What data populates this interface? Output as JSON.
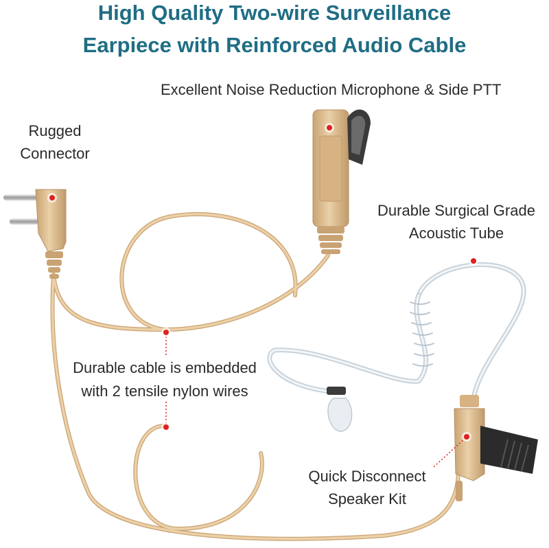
{
  "title": {
    "line1": "High Quality Two-wire Surveillance",
    "line2": "Earpiece with Reinforced Audio Cable"
  },
  "callouts": {
    "microphone": "Excellent Noise Reduction Microphone & Side PTT",
    "connector_line1": "Rugged",
    "connector_line2": "Connector",
    "tube_line1": "Durable Surgical Grade",
    "tube_line2": "Acoustic Tube",
    "cable_line1": "Durable cable is embedded",
    "cable_line2": "with 2 tensile nylon wires",
    "speaker_line1": "Quick Disconnect",
    "speaker_line2": "Speaker Kit"
  },
  "colors": {
    "title": "#1f6d84",
    "cable": "#e8c79c",
    "cable_edge": "#c9a373",
    "body": "#dcb98c",
    "dot": "#e02020",
    "tube": "#dfe6ec"
  }
}
